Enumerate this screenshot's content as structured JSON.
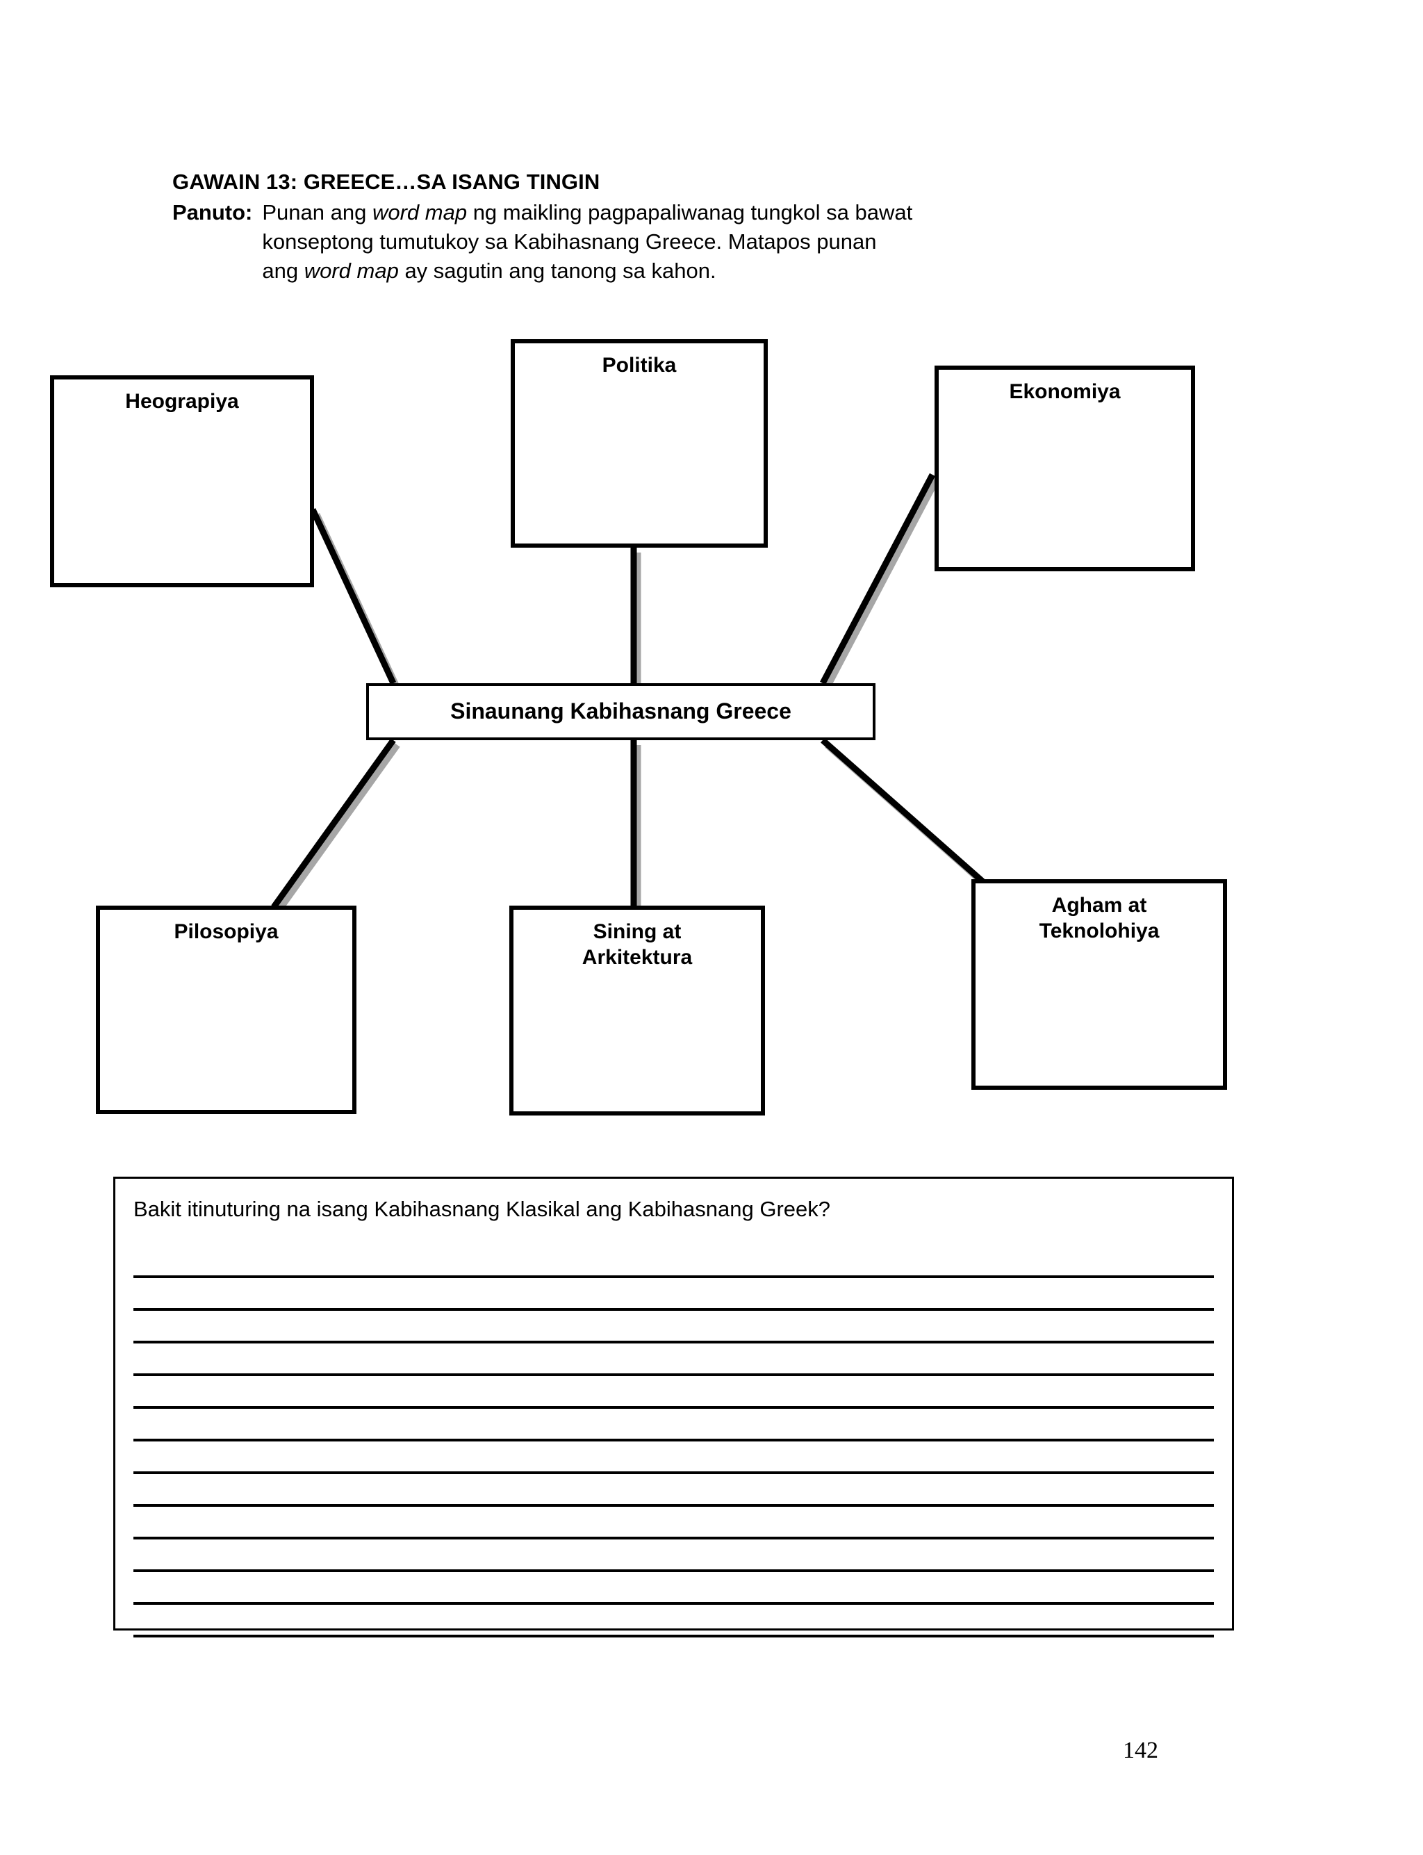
{
  "header": {
    "activity_title": "GAWAIN 13: GREECE…SA ISANG TINGIN",
    "panuto_label": "Panuto:",
    "panuto_line1_a": "Punan ang ",
    "panuto_line1_italic": "word map",
    "panuto_line1_b": " ng maikling pagpapaliwanag tungkol sa bawat",
    "panuto_line2": "konseptong tumutukoy sa Kabihasnang Greece.  Matapos punan",
    "panuto_line3_a": "ang ",
    "panuto_line3_italic": "word map",
    "panuto_line3_b": "  ay sagutin ang tanong sa kahon."
  },
  "wordmap": {
    "center_label": "Sinaunang Kabihasnang Greece",
    "nodes": [
      {
        "id": "heograpiya",
        "label": "Heograpiya"
      },
      {
        "id": "politika",
        "label": "Politika"
      },
      {
        "id": "ekonomiya",
        "label": "Ekonomiya"
      },
      {
        "id": "pilosopiya",
        "label": "Pilosopiya"
      },
      {
        "id": "sining",
        "label": "Sining at\nArkitektura"
      },
      {
        "id": "agham",
        "label": "Agham at\nTeknolohiya"
      }
    ]
  },
  "answer_box": {
    "question": "Bakit itinuturing na isang Kabihasnang Klasikal ang Kabihasnang Greek?",
    "line_count": 12
  },
  "page_number": "142",
  "colors": {
    "ink": "#000000",
    "paper": "#ffffff",
    "connector_shadow": "#a6a6a6"
  }
}
